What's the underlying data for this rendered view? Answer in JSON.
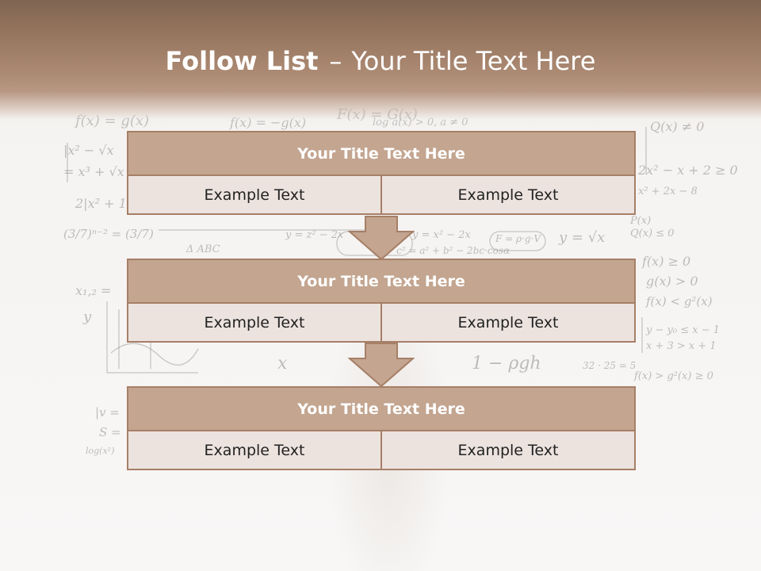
{
  "slide": {
    "title_main": "Follow List",
    "title_separator": "–",
    "title_sub": "Your Title Text Here"
  },
  "blocks": [
    {
      "title": "Your Title Text Here",
      "left_text": "Example Text",
      "right_text": "Example Text"
    },
    {
      "title": "Your Title Text Here",
      "left_text": "Example Text",
      "right_text": "Example Text"
    },
    {
      "title": "Your Title Text Here",
      "left_text": "Example Text",
      "right_text": "Example Text"
    }
  ],
  "colors": {
    "header_bar": "#93725c",
    "block_header_fill": "#c3a590",
    "block_cell_fill": "#ece3df",
    "block_border": "#a67f67",
    "title_text": "#ffffff"
  }
}
